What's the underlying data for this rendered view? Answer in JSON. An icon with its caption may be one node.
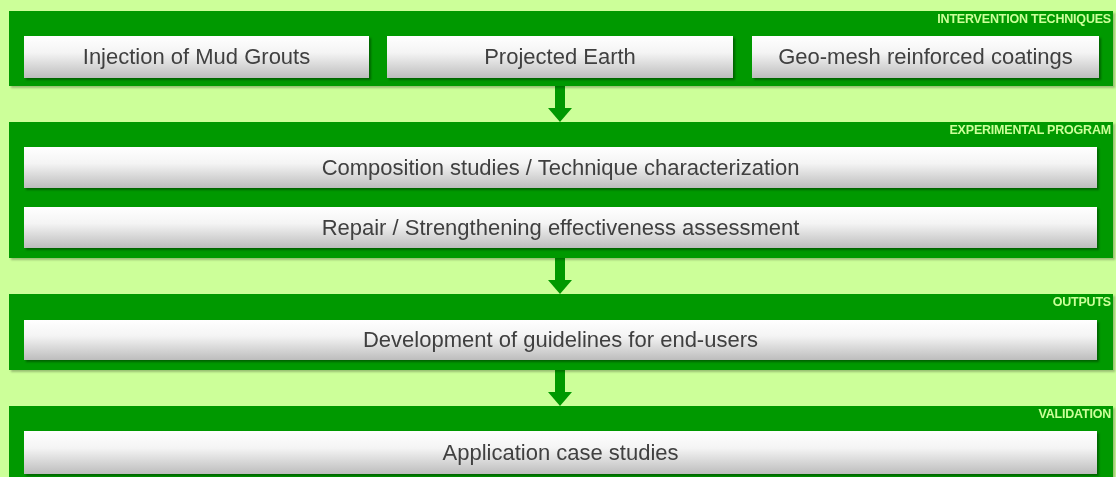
{
  "diagram": {
    "nodes": [
      {
        "text": [
          "INTERVENTION TECHNIQUES"
        ]
      },
      {
        "text": [
          "Injection of Mud Grouts"
        ],
        "in": 0
      },
      {
        "text": [
          "Projected Earth"
        ],
        "in": 0
      },
      {
        "text": [
          "Geo-mesh reinforced coatings"
        ],
        "in": 0
      },
      {
        "text": [
          "EXPERIMENTAL PROGRAM"
        ]
      },
      {
        "text": [
          "Composition studies / Technique characterization"
        ],
        "in": 4
      },
      {
        "text": [
          "Repair / Strengthening effectiveness assessment"
        ],
        "in": 4
      },
      {
        "text": [
          "OUTPUTS"
        ]
      },
      {
        "text": [
          "Development of guidelines for end-users"
        ],
        "in": 7
      },
      {
        "text": [
          "VALIDATION"
        ]
      },
      {
        "text": [
          "Application case studies"
        ],
        "in": 9
      }
    ],
    "edges": [
      {
        "from": 0,
        "to": 4,
        "arrow": "to"
      },
      {
        "from": 4,
        "to": 7,
        "arrow": "to"
      },
      {
        "from": 7,
        "to": 9,
        "arrow": "to"
      }
    ]
  }
}
